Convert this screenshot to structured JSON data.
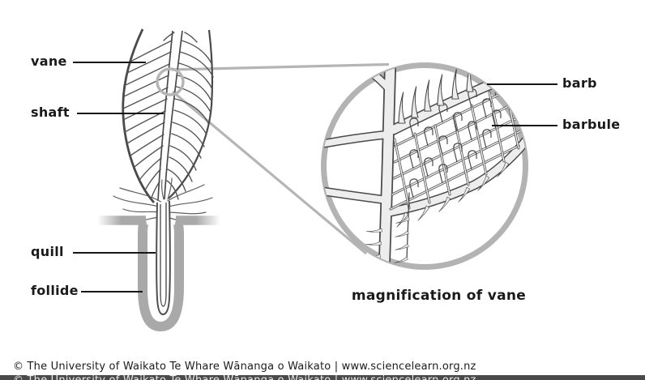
{
  "labels": {
    "vane": "vane",
    "shaft": "shaft",
    "quill": "quill",
    "follide": "follide",
    "barb": "barb",
    "barbule": "barbule"
  },
  "caption": "magnification of vane",
  "footer": {
    "credit": "© The University of Waikato Te Whare Wānanga o Waikato | www.sciencelearn.org.nz"
  },
  "colors": {
    "label_text": "#1a1a1a",
    "pointer_line": "#161616",
    "outline_dark": "#4a4a4a",
    "follicle_gray": "#a9a9a9",
    "barb_fill": "#ededed",
    "magnifier_gray": "#b3b3b3",
    "footer_bar": "#4a4a4a",
    "background": "#ffffff"
  }
}
